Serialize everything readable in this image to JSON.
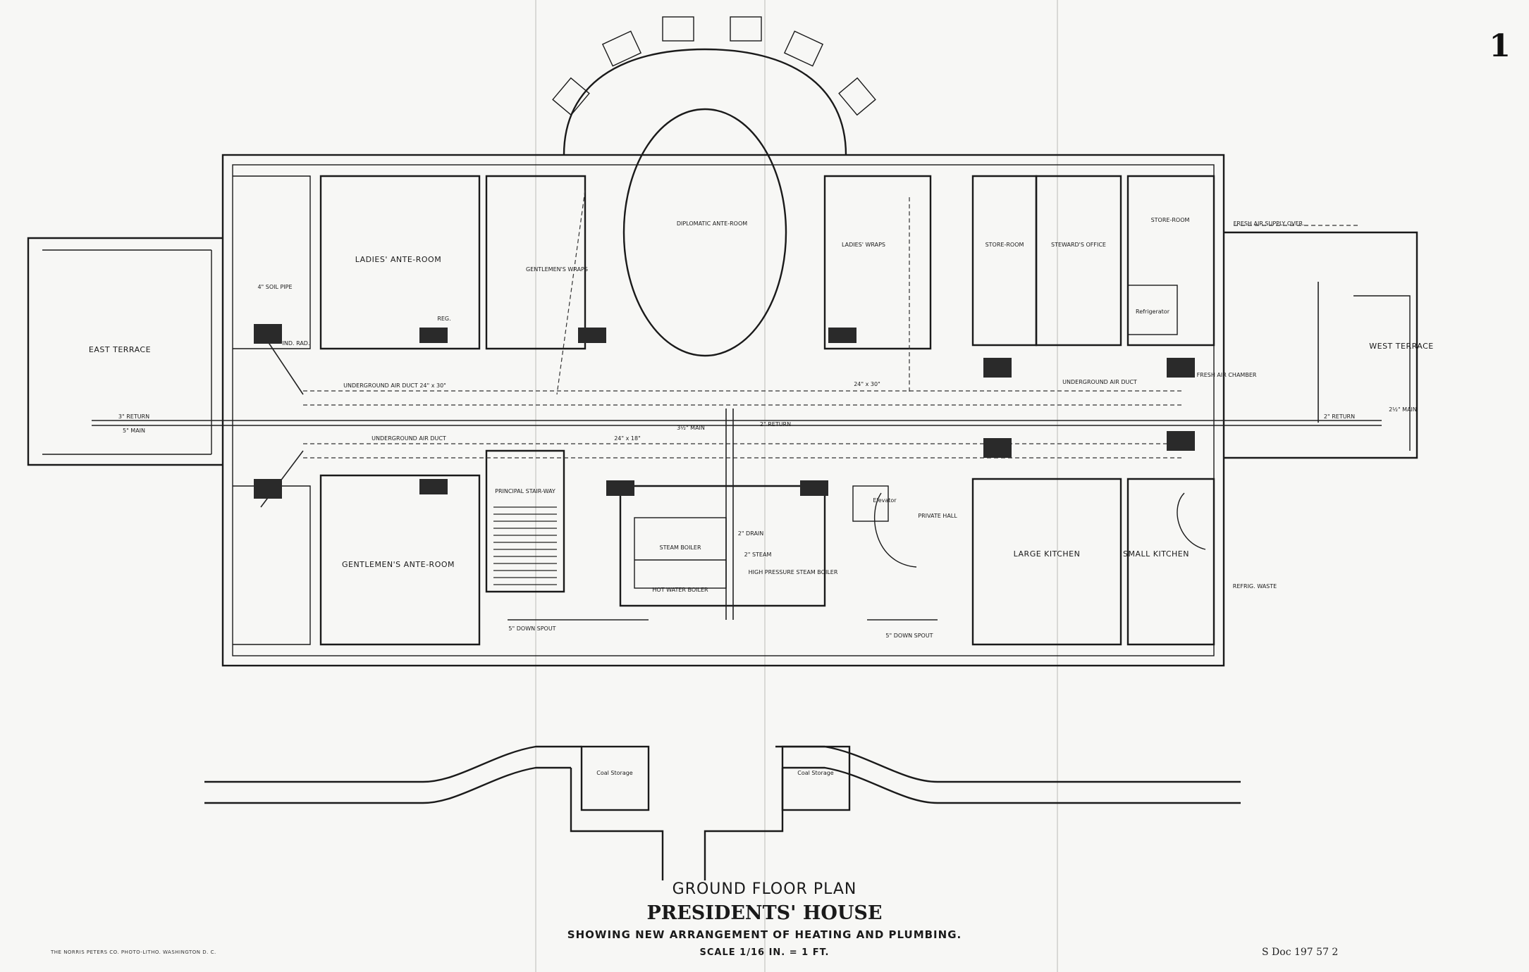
{
  "sheet_number": "1",
  "rooms": {
    "east_terrace": "EAST TERRACE",
    "ladies_ante_room": "LADIES' ANTE-ROOM",
    "gentlemens_wraps": "GENTLEMEN'S WRAPS",
    "diplomatic_ante_room": "DIPLOMATIC ANTE-ROOM",
    "ladies_wraps": "LADIES' WRAPS",
    "store_room": "STORE-ROOM",
    "stewards_office": "STEWARD'S OFFICE",
    "store_room_2": "STORE-ROOM",
    "refrigerator": "Refrigerator",
    "west_terrace": "WEST TERRACE",
    "gentlemens_ante_room": "GENTLEMEN'S ANTE-ROOM",
    "principal_stairway": "PRINCIPAL STAIR-WAY",
    "steam_boiler": "STEAM BOILER",
    "hot_water_boiler": "HOT WATER BOILER",
    "high_pressure_steam_boiler": "HIGH PRESSURE STEAM BOILER",
    "elevator": "Elevator",
    "private_hall": "PRIVATE HALL",
    "large_kitchen": "LARGE KITCHEN",
    "small_kitchen": "SMALL KITCHEN",
    "coal_storage_1": "Coal Storage",
    "coal_storage_2": "Coal Storage"
  },
  "annotations": {
    "underground_air_duct_north": "UNDERGROUND AIR DUCT 24\" x 30\"",
    "underground_air_duct_south": "UNDERGROUND AIR DUCT",
    "underground_air_duct_ne": "UNDERGROUND AIR DUCT",
    "duct_size_24x30": "24\" x 30\"",
    "duct_size_24x18": "24\" x 18\"",
    "fresh_air_supply": "FRESH AIR SUPPLY OVER.",
    "return_east": "3\" RETURN",
    "main_east": "5\" MAIN",
    "return_west": "2\" RETURN",
    "main_west": "2½\" MAIN",
    "down_spout_1": "5\" DOWN SPOUT",
    "down_spout_2": "5\" DOWN SPOUT",
    "soil_pipe": "4\" SOIL PIPE",
    "ind_rad": "IND. RAD.",
    "reg": "REG.",
    "fresh_air_chamber": "FRESH AIR CHAMBER",
    "refrig_waste": "REFRIG. WASTE",
    "drain": "2\" DRAIN",
    "steam": "2\" STEAM",
    "main": "3½\" MAIN",
    "return": "2\" RETURN"
  },
  "title": {
    "line1": "GROUND FLOOR PLAN",
    "line2": "PRESIDENTS' HOUSE",
    "line3": "SHOWING NEW ARRANGEMENT OF HEATING AND PLUMBING.",
    "line4": "SCALE 1/16 IN. = 1 FT."
  },
  "document_ref": "S Doc 197 57 2",
  "printer": "THE NORRIS PETERS CO. PHOTO-LITHO. WASHINGTON D. C."
}
